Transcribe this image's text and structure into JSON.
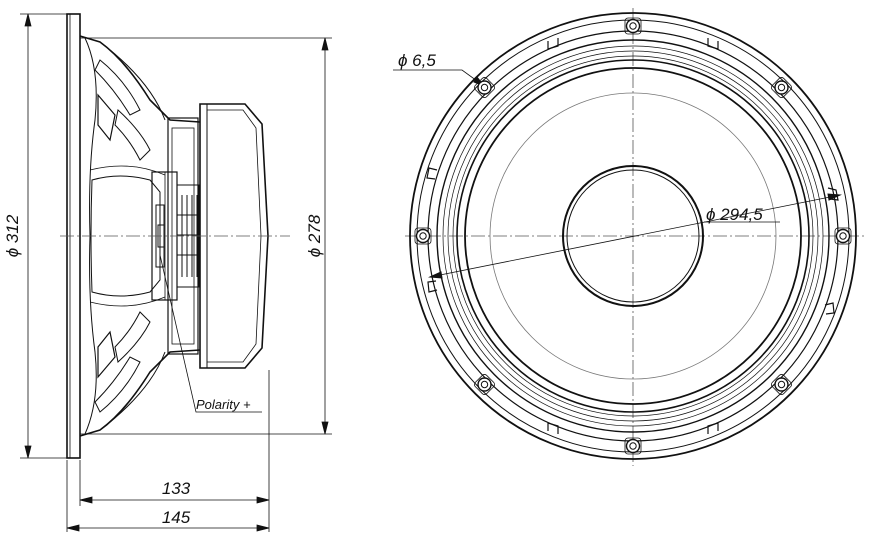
{
  "side_view": {
    "dim_overall_diameter": "ϕ 312",
    "dim_cutout_diameter": "ϕ 278",
    "dim_mounting_depth": "133",
    "dim_total_depth": "145",
    "polarity_label": "Polarity +"
  },
  "front_view": {
    "dim_hole_diameter": "ϕ 6,5",
    "dim_bolt_circle": "ϕ 294,5",
    "mounting_holes_count": 8
  },
  "colors": {
    "line": "#111111",
    "thin_line": "#555555",
    "background": "#ffffff"
  }
}
